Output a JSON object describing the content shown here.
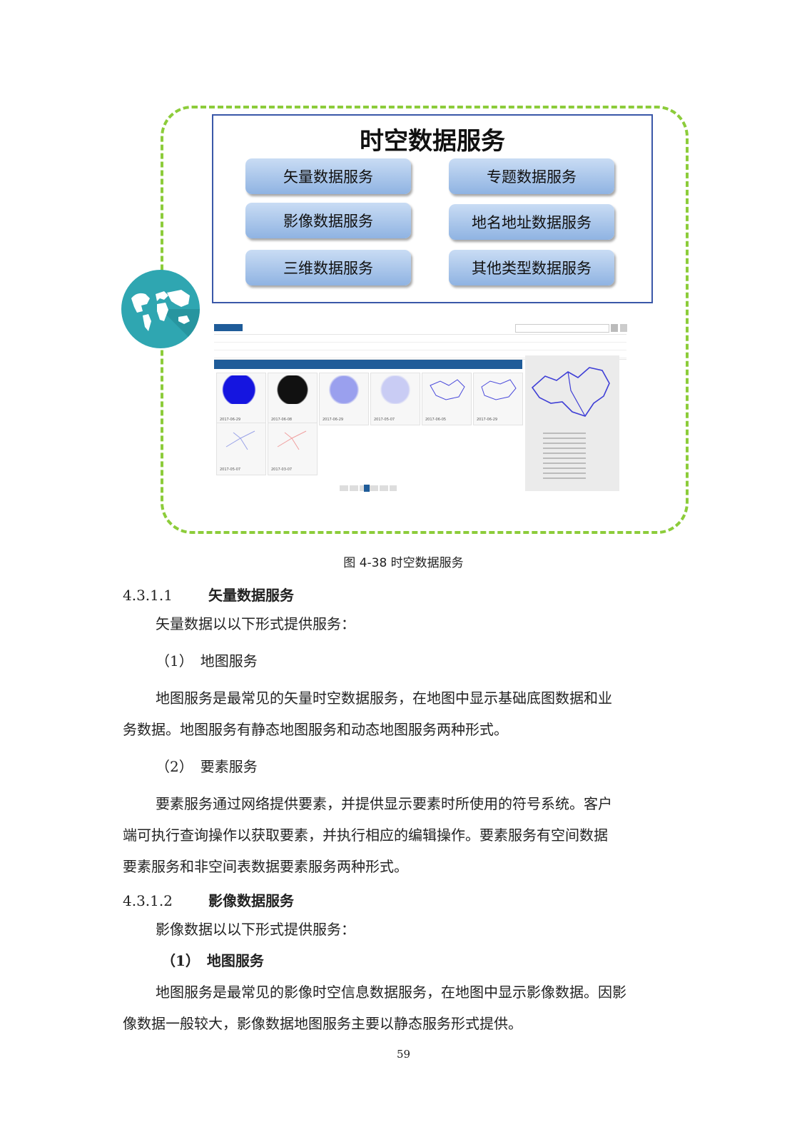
{
  "figure": {
    "service_title": "时空数据服务",
    "services": [
      {
        "label": "矢量数据服务"
      },
      {
        "label": "专题数据服务"
      },
      {
        "label": "影像数据服务"
      },
      {
        "label": "地名地址数据服务"
      },
      {
        "label": "三维数据服务"
      },
      {
        "label": "其他类型数据服务"
      }
    ],
    "caption": "图 4-38 时空数据服务",
    "colors": {
      "frame": "#8ccc3a",
      "globe": "#2fa6b1",
      "box_border": "#3a57a8",
      "button": "#a9c6ec",
      "toolbar": "#1f5c99"
    },
    "screenshot": {
      "thumb_dates": [
        "2017-06-29",
        "2017-06-08",
        "2017-06-29",
        "2017-05-07",
        "2017-06-05",
        "2017-06-29",
        "2017-05-07",
        "2017-03-07"
      ]
    }
  },
  "sections": [
    {
      "number": "4.3.1.1",
      "title": "矢量数据服务"
    },
    {
      "number": "4.3.1.2",
      "title": "影像数据服务"
    }
  ],
  "body": {
    "p1": "矢量数据以以下形式提供服务：",
    "item1": "（1）　地图服务",
    "p2a": "地图服务是最常见的矢量时空数据服务，在地图中显示基础底图数据和业",
    "p2b": "务数据。地图服务有静态地图服务和动态地图服务两种形式。",
    "item2": "（2）　要素服务",
    "p3a": "要素服务通过网络提供要素，并提供显示要素时所使用的符号系统。客户",
    "p3b": "端可执行查询操作以获取要素，并执行相应的编辑操作。要素服务有空间数据",
    "p3c": "要素服务和非空间表数据要素服务两种形式。",
    "p4": "影像数据以以下形式提供服务：",
    "item3": "（1）　地图服务",
    "p5a": "地图服务是最常见的影像时空信息数据服务，在地图中显示影像数据。因影",
    "p5b": "像数据一般较大，影像数据地图服务主要以静态服务形式提供。"
  },
  "page_number": "59"
}
